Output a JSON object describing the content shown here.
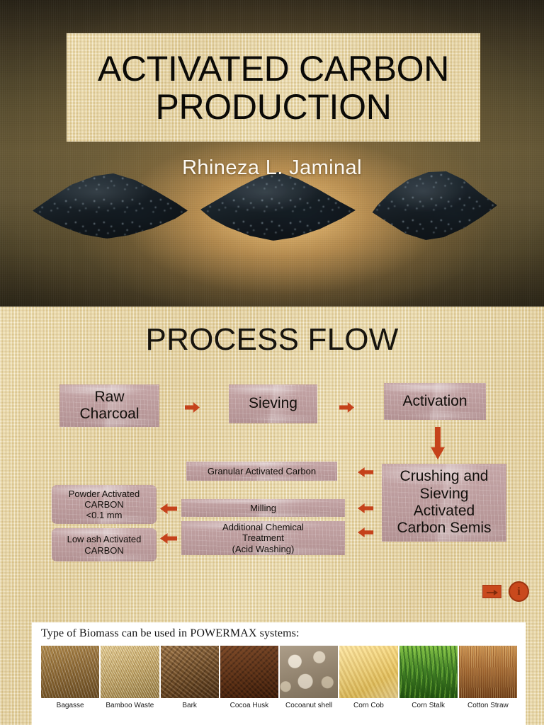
{
  "slide_title": {
    "title_lines": [
      "ACTIVATED CARBON",
      "PRODUCTION"
    ],
    "author": "Rhineza L. Jaminal",
    "images": [
      "charcoal-pile-1",
      "charcoal-pile-2",
      "charcoal-pile-3"
    ]
  },
  "slide_flow": {
    "heading": "PROCESS FLOW",
    "boxes": {
      "raw_charcoal": "Raw\nCharcoal",
      "raw_charcoal_l1": "Raw",
      "raw_charcoal_l2": "Charcoal",
      "sieving": "Sieving",
      "activation": "Activation",
      "crushing_l1": "Crushing and",
      "crushing_l2": "Sieving",
      "crushing_l3": "Activated",
      "crushing_l4": "Carbon Semis",
      "granular": "Granular Activated Carbon",
      "milling": "Milling",
      "acid_l1": "Additional Chemical",
      "acid_l2": "Treatment",
      "acid_l3": "(Acid Washing)",
      "powder_l1": "Powder Activated",
      "powder_l2": "CARBON",
      "powder_l3": "<0.1 mm",
      "lowash_l1": "Low ash Activated",
      "lowash_l2": "CARBON"
    },
    "icons": {
      "shape_icon": "shape-icon",
      "info_icon": "info-icon",
      "info_glyph": "i"
    },
    "colors": {
      "box_fill": "#bd9a9b",
      "arrow": "#c5421b",
      "slide_bg": "#ecd89c",
      "title_slide_bg": "#5c5132"
    }
  },
  "biomass": {
    "title": "Type of Biomass can be used in POWERMAX systems:",
    "items": [
      {
        "label": "Bagasse",
        "swatch": "bm-bagasse"
      },
      {
        "label": "Bamboo Waste",
        "swatch": "bm-bamboo"
      },
      {
        "label": "Bark",
        "swatch": "bm-bark"
      },
      {
        "label": "Cocoa Husk",
        "swatch": "bm-cocoa"
      },
      {
        "label": "Cocoanut shell",
        "swatch": "bm-coconut"
      },
      {
        "label": "Corn Cob",
        "swatch": "bm-corncob"
      },
      {
        "label": "Corn Stalk",
        "swatch": "bm-cornstalk"
      },
      {
        "label": "Cotton Straw",
        "swatch": "bm-cottonstraw"
      }
    ]
  }
}
